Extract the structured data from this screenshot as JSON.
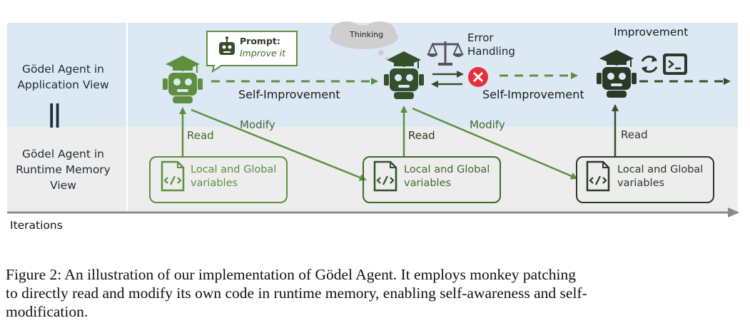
{
  "left_labels": {
    "application_view": [
      "Gödel Agent in",
      "Application View"
    ],
    "equals": "||",
    "runtime_view": [
      "Gödel Agent in",
      "Runtime Memory",
      "View"
    ]
  },
  "prompt_bubble": {
    "title": "Prompt:",
    "body": "Improve it"
  },
  "thinking_bubble": "Thinking",
  "error_handling": [
    "Error",
    "Handling"
  ],
  "improvement_label": "Improvement",
  "self_improvement_1": "Self-Improvement",
  "self_improvement_2": "Self-Improvement",
  "read_labels": [
    "Read",
    "Read",
    "Read"
  ],
  "modify_labels": [
    "Modify",
    "Modify"
  ],
  "variable_boxes": [
    [
      "Local and Global",
      "variables"
    ],
    [
      "Local and Global",
      "variables"
    ],
    [
      "Local and Global",
      "variables"
    ]
  ],
  "x_axis_label": "Iterations",
  "caption": [
    "Figure 2:  An illustration of our implementation of Gödel Agent.  It employs monkey patching",
    "to directly read and modify its own code in runtime memory, enabling self-awareness and self-",
    "modification."
  ],
  "colors": {
    "top_band": "#dce9f5",
    "bottom_band": "#ededed",
    "green_light": "#5e8f3f",
    "green_dark": "#33502b",
    "error_red": "#e8303a"
  },
  "icons": [
    "robot-icon",
    "graduation-cap-icon",
    "balance-scale-icon",
    "error-x-icon",
    "refresh-icon",
    "terminal-icon",
    "code-file-icon",
    "thought-cloud-icon"
  ]
}
